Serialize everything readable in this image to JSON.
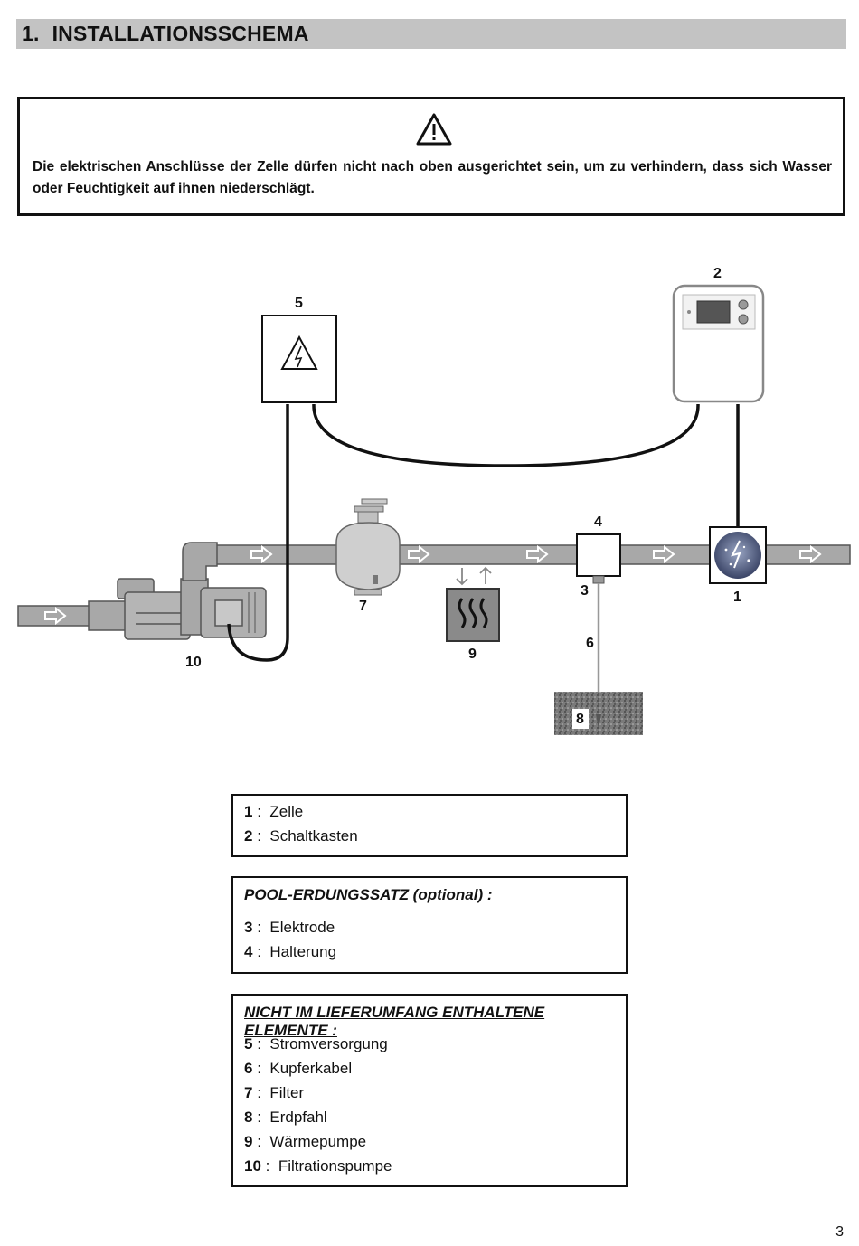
{
  "heading": {
    "number": "1.",
    "title": "INSTALLATIONSSCHEMA"
  },
  "warning": {
    "icon": "warning-triangle-icon",
    "text": "Die elektrischen Anschlüsse der Zelle dürfen nicht nach oben ausgerichtet sein, um zu verhindern, dass sich Wasser oder Feuchtigkeit auf ihnen niederschlägt."
  },
  "diagram": {
    "labels": {
      "n1": "1",
      "n2": "2",
      "n3": "3",
      "n4": "4",
      "n5": "5",
      "n6": "6",
      "n7": "7",
      "n8": "8",
      "n9": "9",
      "n10": "10"
    }
  },
  "legend": {
    "box1": {
      "rows": [
        {
          "num": "1",
          "text": "Zelle"
        },
        {
          "num": "2",
          "text": "Schaltkasten"
        }
      ]
    },
    "box2": {
      "header": "POOL-ERDUNGSSATZ (optional) :",
      "rows": [
        {
          "num": "3",
          "text": "Elektrode"
        },
        {
          "num": "4",
          "text": "Halterung"
        }
      ]
    },
    "box3": {
      "header": "NICHT IM LIEFERUMFANG ENTHALTENE ELEMENTE :",
      "rows": [
        {
          "num": "5",
          "text": "Stromversorgung"
        },
        {
          "num": "6",
          "text": "Kupferkabel"
        },
        {
          "num": "7",
          "text": "Filter"
        },
        {
          "num": "8",
          "text": "Erdpfahl"
        },
        {
          "num": "9",
          "text": "Wärmepumpe"
        },
        {
          "num": "10",
          "text": "Filtrationspumpe"
        }
      ]
    }
  },
  "page_number": "3"
}
